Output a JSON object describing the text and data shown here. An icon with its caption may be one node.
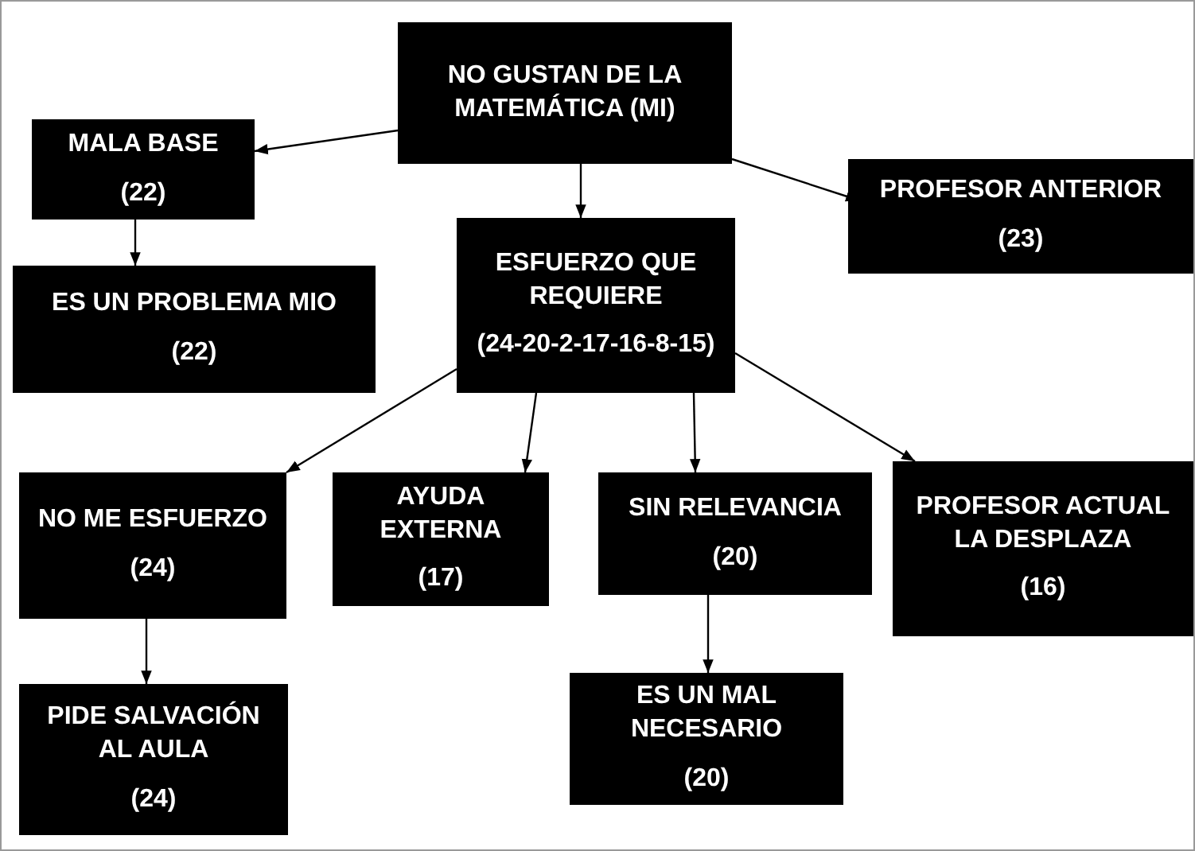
{
  "diagram": {
    "nodes": [
      {
        "text": [
          "NO GUSTAN DE LA MATEMÁTICA (MI)"
        ]
      },
      {
        "text": [
          "MALA BASE",
          "(22)"
        ]
      },
      {
        "text": [
          "PROFESOR ANTERIOR",
          "(23)"
        ]
      },
      {
        "text": [
          "ESFUERZO QUE REQUIERE",
          "(24-20-2-17-16-8-15)"
        ]
      },
      {
        "text": [
          "ES UN PROBLEMA MIO",
          "(22)"
        ]
      },
      {
        "text": [
          "NO ME ESFUERZO",
          "(24)"
        ]
      },
      {
        "text": [
          "AYUDA EXTERNA",
          "(17)"
        ]
      },
      {
        "text": [
          "SIN RELEVANCIA",
          "(20)"
        ]
      },
      {
        "text": [
          "PROFESOR ACTUAL LA DESPLAZA",
          "(16)"
        ]
      },
      {
        "text": [
          "PIDE SALVACIÓN AL AULA",
          "(24)"
        ]
      },
      {
        "text": [
          "ES UN MAL NECESARIO",
          "(20)"
        ]
      }
    ],
    "edges": [
      {
        "from": 0,
        "to": 1,
        "arrow": "to"
      },
      {
        "from": 0,
        "to": 2,
        "arrow": "to"
      },
      {
        "from": 0,
        "to": 3,
        "arrow": "to"
      },
      {
        "from": 1,
        "to": 4,
        "arrow": "to"
      },
      {
        "from": 3,
        "to": 5,
        "arrow": "to"
      },
      {
        "from": 3,
        "to": 6,
        "arrow": "to"
      },
      {
        "from": 3,
        "to": 7,
        "arrow": "to"
      },
      {
        "from": 3,
        "to": 8,
        "arrow": "to"
      },
      {
        "from": 5,
        "to": 9,
        "arrow": "to"
      },
      {
        "from": 7,
        "to": 10,
        "arrow": "to"
      }
    ]
  }
}
